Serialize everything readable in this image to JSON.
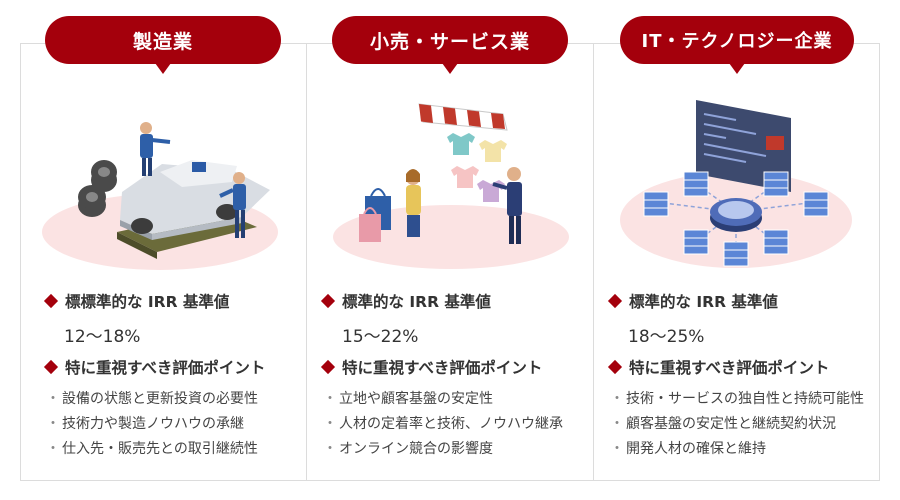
{
  "industries": [
    {
      "name": "製造業",
      "irr_heading": "標標準的な IRR 基準値",
      "irr_value": "12～18%",
      "points_heading": "特に重視すべき評価ポイント",
      "points": [
        "設備の状態と更新投資の必要性",
        "技術力や製造ノウハウの承継",
        "仕入先・販売先との取引継続性"
      ],
      "illustration": "factory-car-assembly-icon"
    },
    {
      "name": "小売・サービス業",
      "irr_heading": "標準的な IRR 基準値",
      "irr_value": "15～22%",
      "points_heading": "特に重視すべき評価ポイント",
      "points": [
        "立地や顧客基盤の安定性",
        "人材の定着率と技術、ノウハウ継承",
        "オンライン競合の影響度"
      ],
      "illustration": "retail-shop-icon"
    },
    {
      "name": "IT・テクノロジー企業",
      "irr_heading": "標準的な IRR 基準値",
      "irr_value": "18～25%",
      "points_heading": "特に重視すべき評価ポイント",
      "points": [
        "技術・サービスの独自性と持続可能性",
        "顧客基盤の安定性と継続契約状況",
        "開発人材の確保と維持"
      ],
      "illustration": "server-network-icon"
    }
  ],
  "colors": {
    "accent": "#a4000c",
    "border": "#dcdcdc",
    "glow": "#fbe3e3"
  }
}
